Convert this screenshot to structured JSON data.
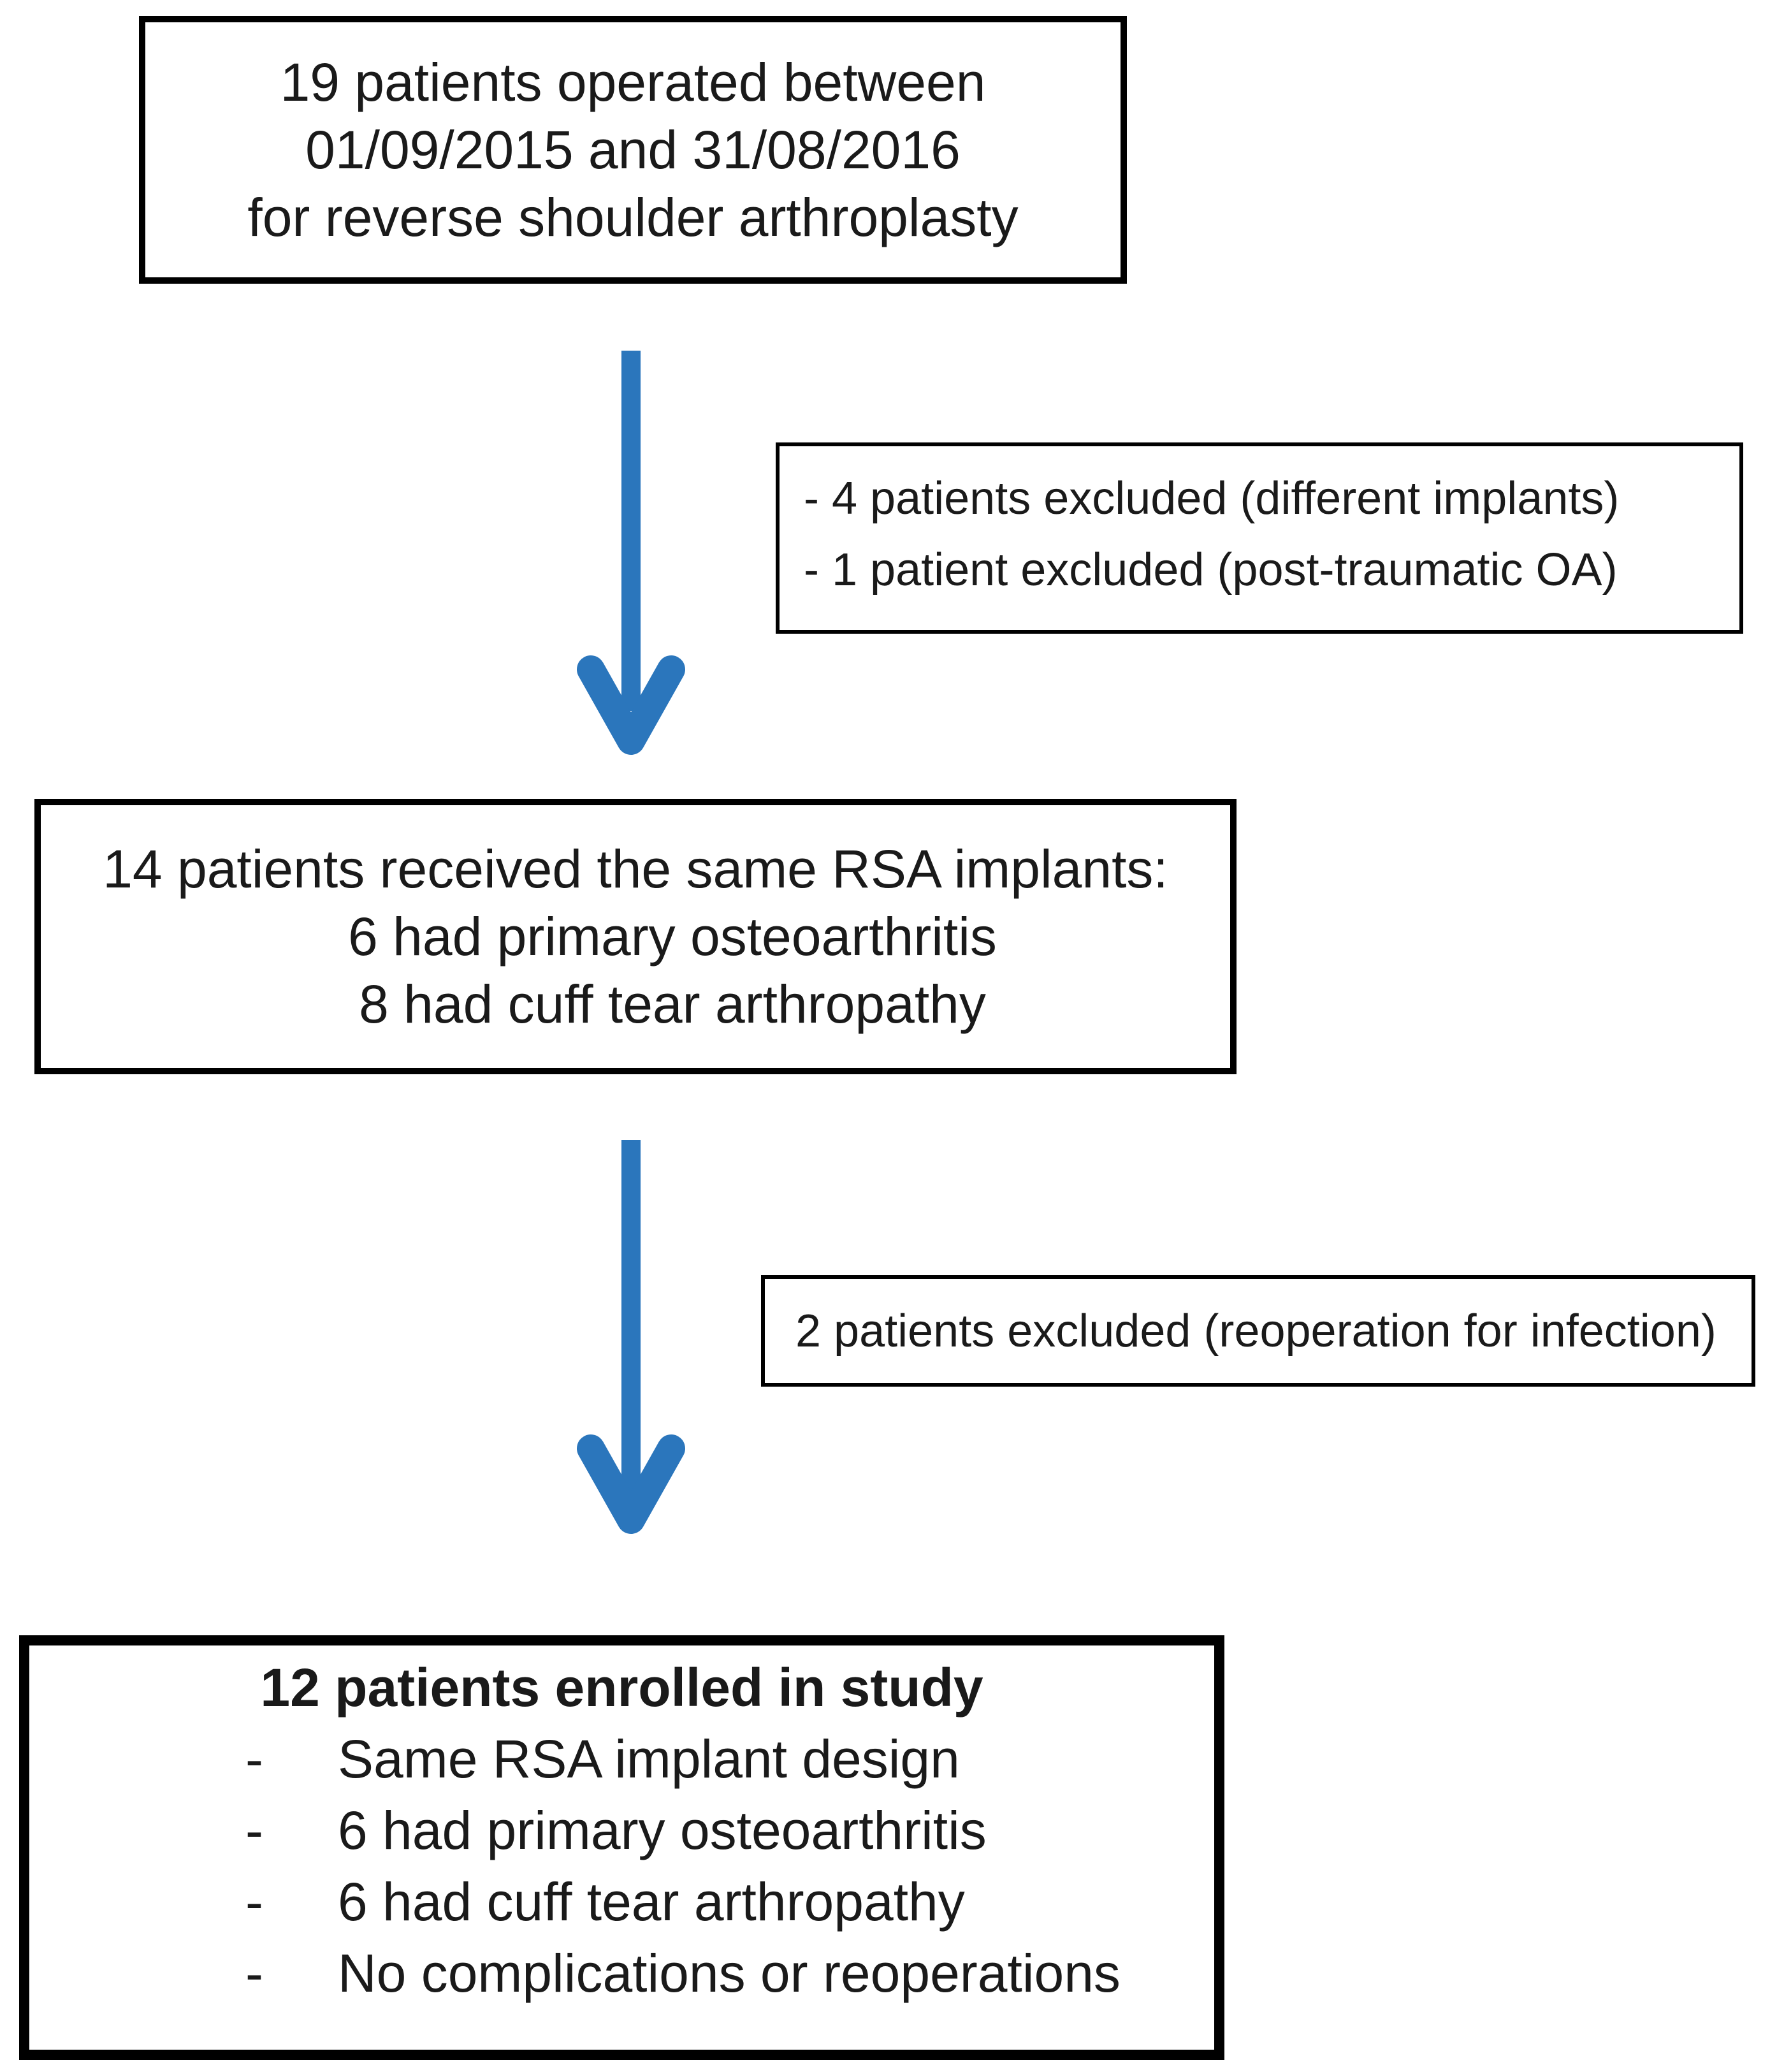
{
  "diagram": {
    "background": "#ffffff",
    "border_color": "#000000",
    "arrow_color": "#2B76BC"
  },
  "top_box": {
    "line1": "19 patients operated between",
    "line2": "01/09/2015 and 31/08/2016",
    "line3": "for reverse shoulder arthroplasty"
  },
  "exclusion_box_1": {
    "line1": "- 4 patients excluded (different implants)",
    "line2": "- 1 patient excluded (post-traumatic OA)"
  },
  "middle_box": {
    "line1": "14 patients received the same RSA implants:",
    "line2": "6 had primary osteoarthritis",
    "line3": "8 had cuff tear arthropathy"
  },
  "exclusion_box_2": {
    "line1": "2 patients excluded (reoperation for infection)"
  },
  "final_box": {
    "title": "12 patients enrolled in study",
    "marker": "-",
    "bullet1": "Same RSA implant design",
    "bullet2": "6 had primary osteoarthritis",
    "bullet3": "6 had cuff tear arthropathy",
    "bullet4": "No complications or reoperations"
  }
}
